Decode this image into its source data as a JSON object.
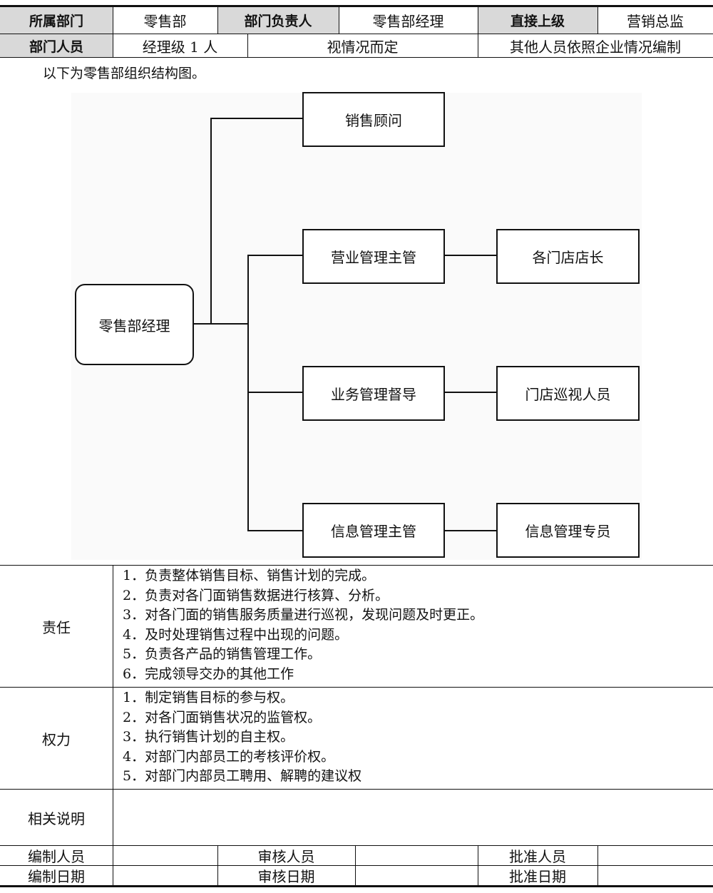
{
  "header": {
    "row1": {
      "dept_label": "所属部门",
      "dept_value": "零售部",
      "head_label": "部门负责人",
      "head_value": "零售部经理",
      "superior_label": "直接上级",
      "superior_value": "营销总监"
    },
    "row2": {
      "staff_label": "部门人员",
      "staff_value": "经理级 1 人",
      "staff_note": "视情况而定",
      "staff_other": "其他人员依照企业情况编制"
    }
  },
  "intro_text": "以下为零售部组织结构图。",
  "org_chart": {
    "root": "零售部经理",
    "branches": [
      {
        "label": "销售顾问",
        "child": ""
      },
      {
        "label": "营业管理主管",
        "child": "各门店店长"
      },
      {
        "label": "业务管理督导",
        "child": "门店巡视人员"
      },
      {
        "label": "信息管理主管",
        "child": "信息管理专员"
      }
    ]
  },
  "responsibilities": {
    "label": "责任",
    "items": [
      "1．负责整体销售目标、销售计划的完成。",
      "2．负责对各门面销售数据进行核算、分析。",
      "3．对各门面的销售服务质量进行巡视，发现问题及时更正。",
      "4．及时处理销售过程中出现的问题。",
      "5．负责各产品的销售管理工作。",
      "6．完成领导交办的其他工作"
    ]
  },
  "authority": {
    "label": "权力",
    "items": [
      "1．制定销售目标的参与权。",
      "2．对各门面销售状况的监管权。",
      "3．执行销售计划的自主权。",
      "4．对部门内部员工的考核评价权。",
      "5．对部门内部员工聘用、解聘的建议权"
    ]
  },
  "notes": {
    "label": "相关说明",
    "value": ""
  },
  "footer": {
    "compiler_label": "编制人员",
    "reviewer_label": "审核人员",
    "approver_label": "批准人员",
    "compile_date_label": "编制日期",
    "review_date_label": "审核日期",
    "approve_date_label": "批准日期"
  }
}
